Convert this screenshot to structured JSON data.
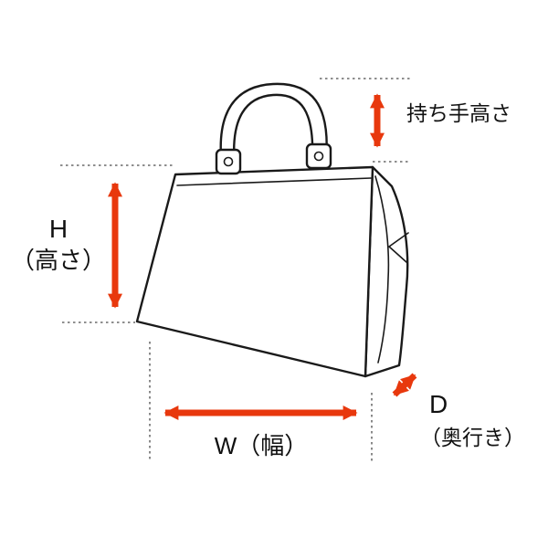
{
  "colors": {
    "accent": "#E8380D",
    "line": "#1A1A1A",
    "guide": "#4A4A4A",
    "background": "#FFFFFF"
  },
  "diagram": {
    "labels": {
      "handle_height": "持ち手高さ",
      "height_abbr": "H",
      "height_name": "（高さ）",
      "width": "W（幅）",
      "depth_abbr": "D",
      "depth_name": "（奥行き）"
    }
  }
}
